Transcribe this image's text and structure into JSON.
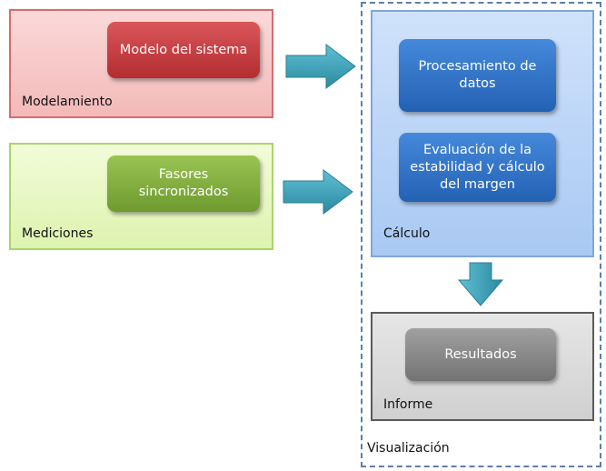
{
  "colors": {
    "modelamiento_fill": "#f6c5c5",
    "modelamiento_border": "#d96b6b",
    "modelo_box": "#c0393c",
    "mediciones_fill": "#e8f8c6",
    "mediciones_border": "#a7d66a",
    "fasores_box": "#7ea93c",
    "calculo_fill": "#b7d3f6",
    "calculo_border": "#7fa6dc",
    "process_box": "#2f70c3",
    "informe_fill": "#d9d9d9",
    "informe_border": "#5a5a5a",
    "resultados_box": "#848484",
    "arrow": "#3a9bb0",
    "visualizacion_border": "#5c7fab"
  },
  "modelamiento": {
    "label": "Modelamiento",
    "box": "Modelo del sistema"
  },
  "mediciones": {
    "label": "Mediciones",
    "box": "Fasores sincronizados"
  },
  "calculo": {
    "label": "Cálculo",
    "box1": "Procesamiento de datos",
    "box2": "Evaluación de la estabilidad y cálculo del margen"
  },
  "informe": {
    "label": "Informe",
    "box": "Resultados"
  },
  "visualizacion": {
    "label": "Visualización"
  }
}
